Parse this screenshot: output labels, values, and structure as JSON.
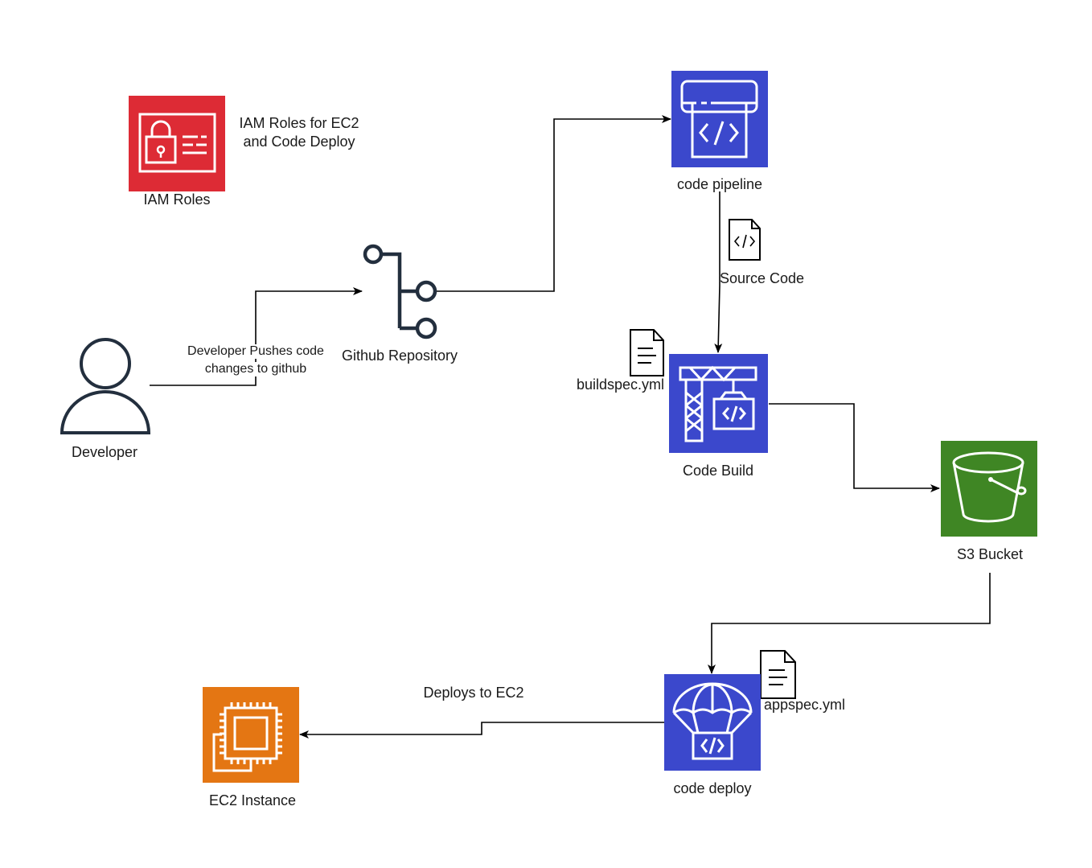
{
  "colors": {
    "iam_red": "#dd2b35",
    "aws_blue": "#3b48cc",
    "s3_green": "#3f8624",
    "ec2_orange": "#e47613",
    "line": "#000000",
    "outline": "#232f3e"
  },
  "icons": {
    "iam": "iam-roles-icon",
    "developer": "user-icon",
    "github": "git-branch-icon",
    "codepipeline": "codepipeline-icon",
    "codebuild": "codebuild-icon",
    "codedeploy": "codedeploy-icon",
    "s3": "s3-bucket-icon",
    "ec2": "ec2-instance-icon",
    "file": "file-icon",
    "code_file": "code-file-icon"
  },
  "labels": {
    "iam_note_line1": "IAM Roles for EC2",
    "iam_note_line2": "and Code Deploy",
    "iam_roles": "IAM Roles",
    "developer": "Developer",
    "push_line1": "Developer Pushes code",
    "push_line2": "changes to github",
    "github": "Github Repository",
    "code_pipeline": "code pipeline",
    "source_code": "Source Code",
    "buildspec": "buildspec.yml",
    "code_build": "Code Build",
    "s3_bucket": "S3 Bucket",
    "appspec": "appspec.yml",
    "code_deploy": "code deploy",
    "deploys_to_ec2": "Deploys to EC2",
    "ec2_instance": "EC2 Instance"
  }
}
